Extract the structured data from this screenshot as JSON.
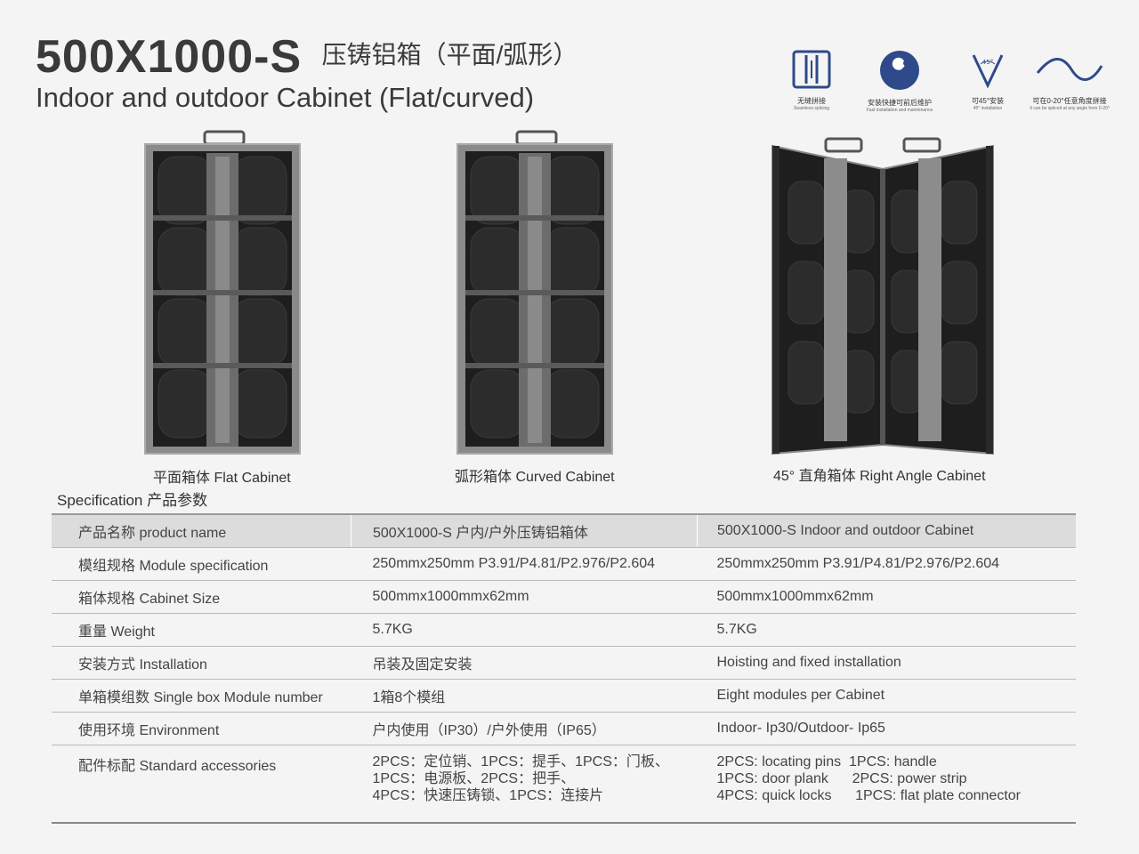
{
  "header": {
    "model": "500X1000-S",
    "model_cn": "压铸铝箱（平面/弧形）",
    "subtitle": "Indoor and outdoor Cabinet (Flat/curved)"
  },
  "features": [
    {
      "icon": "seamless-splicing-icon",
      "cn": "无缝拼接",
      "en": "Seamless splicing"
    },
    {
      "icon": "wrench-icon",
      "cn": "安装快捷可前后维护",
      "en": "Fast installation and maintenance"
    },
    {
      "icon": "angle-45-icon",
      "cn": "可45°安装",
      "en": "45° installation",
      "badge": "45°"
    },
    {
      "icon": "curve-icon",
      "cn": "可在0-20°任意角度拼接",
      "en": "It can be spliced at any angle from 0-20°"
    }
  ],
  "cabinets": [
    {
      "caption": "平面箱体 Flat Cabinet"
    },
    {
      "caption": "弧形箱体 Curved Cabinet"
    },
    {
      "caption": "45°  直角箱体 Right Angle Cabinet"
    }
  ],
  "spec": {
    "title": "Specification  产品参数",
    "rows": [
      {
        "label": "产品名称 product name",
        "cn": "500X1000-S 户内/户外压铸铝箱体",
        "en": "500X1000-S Indoor and outdoor Cabinet"
      },
      {
        "label": "模组规格 Module specification",
        "cn": "250mmx250mm  P3.91/P4.81/P2.976/P2.604",
        "en": "250mmx250mm  P3.91/P4.81/P2.976/P2.604"
      },
      {
        "label": "箱体规格 Cabinet Size",
        "cn": "500mmx1000mmx62mm",
        "en": "500mmx1000mmx62mm"
      },
      {
        "label": "重量 Weight",
        "cn": "5.7KG",
        "en": "5.7KG"
      },
      {
        "label": "安装方式 Installation",
        "cn": "吊装及固定安装",
        "en": "Hoisting and fixed installation"
      },
      {
        "label": "单箱模组数 Single box Module number",
        "cn": "1箱8个模组",
        "en": "Eight modules per Cabinet"
      },
      {
        "label": "使用环境 Environment",
        "cn": "户内使用（IP30）/户外使用（IP65）",
        "en": "Indoor- Ip30/Outdoor- Ip65"
      }
    ],
    "accessories": {
      "label": "配件标配 Standard accessories",
      "cn": [
        "2PCS：定位销、1PCS：提手、1PCS：门板、",
        "1PCS：电源板、2PCS：把手、",
        "4PCS：快速压铸锁、1PCS：连接片"
      ],
      "en": [
        "2PCS: locating pins  1PCS: handle",
        "1PCS: door plank      2PCS: power strip",
        "4PCS: quick locks      1PCS: flat plate connector"
      ]
    }
  }
}
